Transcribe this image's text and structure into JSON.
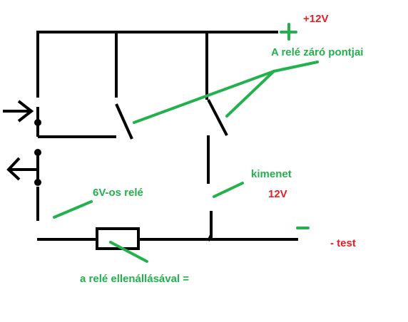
{
  "colors": {
    "wire": "#000000",
    "annotation": "#22b14c",
    "voltage": "#ed1c24"
  },
  "labels": {
    "supply_positive": "+12V",
    "relay_contacts": "A relé záró pontjai",
    "relay_6v": "6V-os relé",
    "output": "kimenet",
    "output_voltage": "12V",
    "ground": "- test",
    "relay_resistance": "a relé ellenállásával ="
  },
  "icons": {
    "plus": "plus-sign-icon",
    "minus": "minus-sign-icon",
    "push_button": "push-button-arrow-icon",
    "release_button": "release-arrow-icon"
  }
}
